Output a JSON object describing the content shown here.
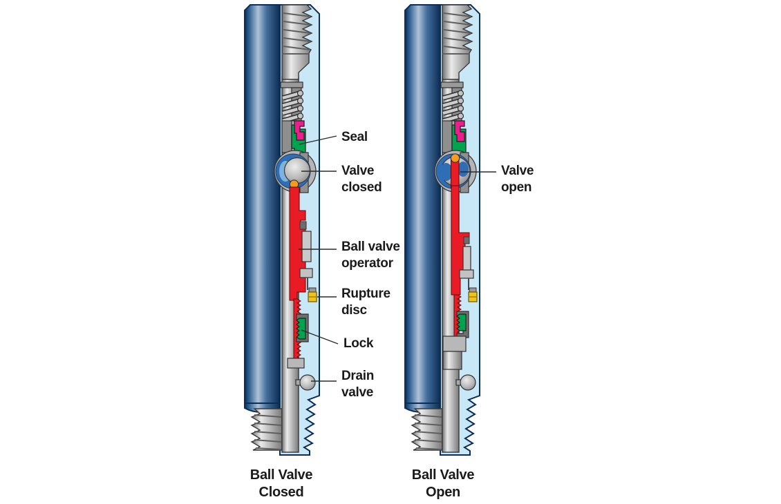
{
  "figure": {
    "type": "technical-cross-section",
    "subject": "Downhole ball valve tool shown in closed and open positions"
  },
  "palette": {
    "navy": "#0c2d55",
    "body_dark": "#0a2c52",
    "body_mid": "#2d5e91",
    "body_light": "#aec2d8",
    "interior_blue": "#c8e7f7",
    "metal_light": "#ebebeb",
    "metal_mid": "#c2c2c2",
    "metal_dark": "#6f6f6f",
    "red": "#e91c25",
    "green": "#00a44e",
    "pink": "#eb1e8c",
    "orange": "#f59b1e",
    "yellow": "#edc51c",
    "ball_blue": "#2f6db5",
    "ball_blue_light": "#7fb2dd",
    "text": "#1a1a1a"
  },
  "callouts": {
    "seal": [
      "Seal"
    ],
    "valve_closed": [
      "Valve",
      "closed"
    ],
    "ball_valve_operator": [
      "Ball valve",
      "operator"
    ],
    "rupture_disc": [
      "Rupture",
      "disc"
    ],
    "lock": [
      "Lock"
    ],
    "drain_valve": [
      "Drain",
      "valve"
    ],
    "valve_open": [
      "Valve",
      "open"
    ]
  },
  "captions": {
    "left": [
      "Ball Valve",
      "Closed"
    ],
    "right": [
      "Ball Valve",
      "Open"
    ]
  }
}
